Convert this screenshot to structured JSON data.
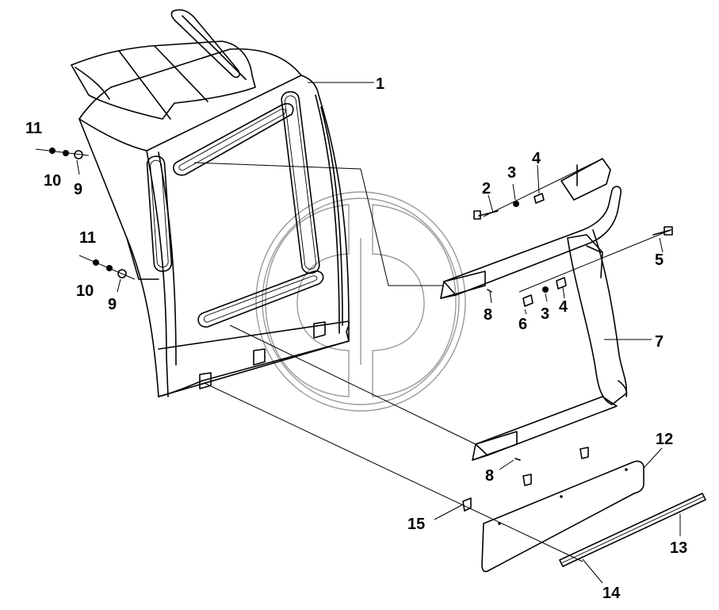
{
  "diagram": {
    "callouts": [
      {
        "id": "c1",
        "label": "1"
      },
      {
        "id": "c2",
        "label": "2"
      },
      {
        "id": "c3a",
        "label": "3"
      },
      {
        "id": "c4a",
        "label": "4"
      },
      {
        "id": "c5",
        "label": "5"
      },
      {
        "id": "c6",
        "label": "6"
      },
      {
        "id": "c3b",
        "label": "3"
      },
      {
        "id": "c4b",
        "label": "4"
      },
      {
        "id": "c7",
        "label": "7"
      },
      {
        "id": "c8a",
        "label": "8"
      },
      {
        "id": "c8b",
        "label": "8"
      },
      {
        "id": "c9a",
        "label": "9"
      },
      {
        "id": "c10a",
        "label": "10"
      },
      {
        "id": "c11a",
        "label": "11"
      },
      {
        "id": "c9b",
        "label": "9"
      },
      {
        "id": "c10b",
        "label": "10"
      },
      {
        "id": "c11b",
        "label": "11"
      },
      {
        "id": "c12",
        "label": "12"
      },
      {
        "id": "c13",
        "label": "13"
      },
      {
        "id": "c14",
        "label": "14"
      },
      {
        "id": "c15",
        "label": "15"
      }
    ],
    "watermark": "brand-logo-watermark",
    "line_color": "#000000",
    "watermark_color": "#9a9a9a"
  }
}
